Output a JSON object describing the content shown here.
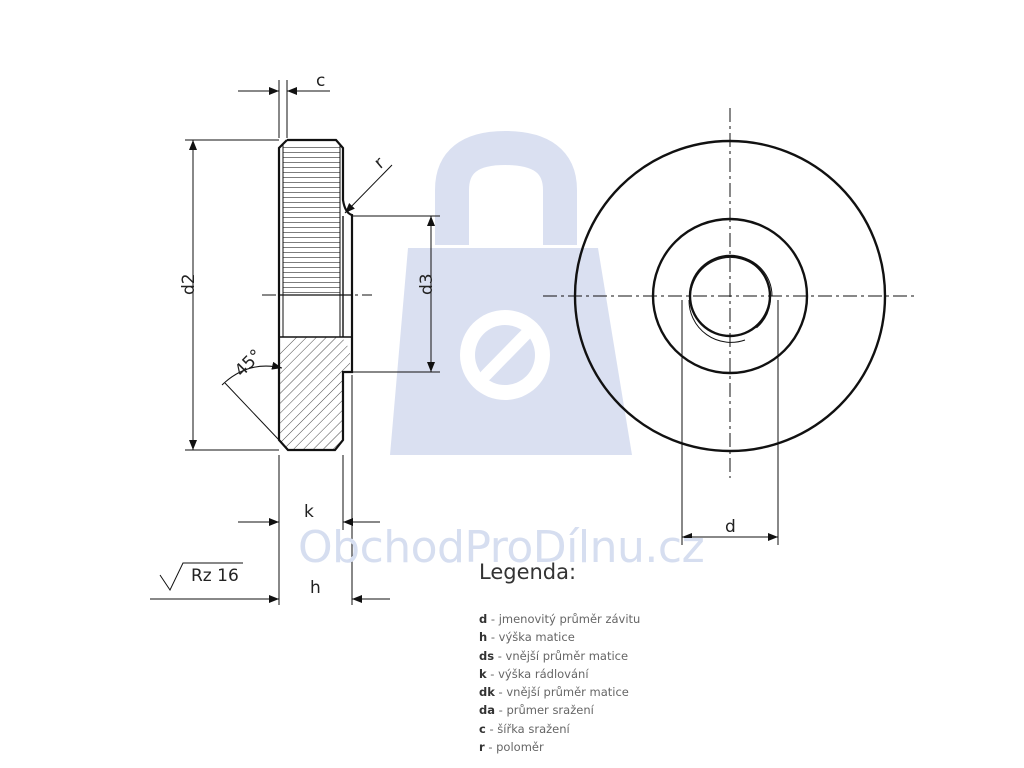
{
  "watermark": {
    "text": "ObchodProDílnu.cz",
    "color": "#c9d4ec"
  },
  "dimensions": {
    "c": "c",
    "r": "r",
    "d2": "d2",
    "d3": "d3",
    "angle": "45°",
    "k": "k",
    "h": "h",
    "d": "d",
    "roughness": "Rz 16"
  },
  "legend": {
    "title": "Legenda:",
    "items": [
      {
        "key": "d",
        "desc": " - jmenovitý průměr závitu"
      },
      {
        "key": "h",
        "desc": " - výška matice"
      },
      {
        "key": "ds",
        "desc": " - vnější průměr matice"
      },
      {
        "key": "k",
        "desc": " - výška rádlování"
      },
      {
        "key": "dk",
        "desc": " - vnější průměr matice"
      },
      {
        "key": "da",
        "desc": " - průmer sražení"
      },
      {
        "key": "c",
        "desc": " - šířka sražení"
      },
      {
        "key": "r",
        "desc": " - poloměr"
      }
    ]
  }
}
